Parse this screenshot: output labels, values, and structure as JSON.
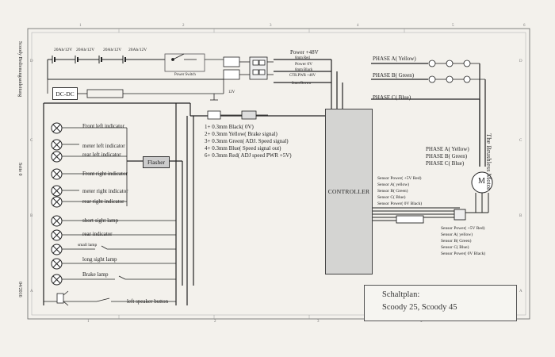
{
  "diagram": {
    "title_lines": [
      "Schaltplan:",
      "Scoody 25, Scoody 45"
    ],
    "side_texts": {
      "top": "Scoody Bedienungsanleitung",
      "middle": "Seite 0",
      "bottom": "04/2016"
    },
    "battery_labels": [
      "20Ah/12V",
      "20Ah/12V",
      "20Ah/12V",
      "20Ah/12V"
    ],
    "power_switch": "Power Switch",
    "dcdc": "DC-DC",
    "dcdc_out": "12V",
    "flasher": "Flasher",
    "controller": "CONTROLLER",
    "power_block": {
      "header": "Power +48V",
      "lines": [
        "6mm Red",
        "Power 0V",
        "6mm Black",
        "CTR.PWR +48V",
        "2mm Brown"
      ]
    },
    "connector_lines": [
      "1+  0.3mm  Black( 0V)",
      "2+  0.3mm  Yellow( Brake signal)",
      "3+  0.3mm  Green( ADJ. Speed signal)",
      "4+  0.3mm  Blue( Speed signal out)",
      "6+  0.3mm  Red( ADJ speed PWR +5V)"
    ],
    "phase_top": [
      "PHASE A( Yellow)",
      "PHASE B( Green)",
      "PHASE C( Blue)"
    ],
    "phase_motor": [
      "PHASE A( Yellow)",
      "PHASE B( Green)",
      "PHASE C( Blue)"
    ],
    "motor_title": "The Brushless Motor",
    "motor_symbol": "M",
    "sensor_controller": [
      "Sensor Power( +5V Red)",
      "Sensor A( yellow)",
      "Sensor B( Green)",
      "Sensor C( Blue)",
      "Sensor Power( 0V Black)"
    ],
    "sensor_motor": [
      "Sensor Power( +5V Red)",
      "Sensor A( yellow)",
      "Sensor B( Green)",
      "Sensor C( Blue)",
      "Sensor Power( 0V Black)"
    ],
    "lamps": [
      "Front left indicator",
      "meter left indicator",
      "rear left indicator",
      "Front right indicator",
      "meter right indicator",
      "rear right indicator",
      "short sight lamp",
      "rear indicator",
      "small lamp",
      "long sight lamp",
      "Brake lamp"
    ],
    "speaker_button": "left speaker button",
    "edge_numbers": [
      "1",
      "2",
      "3",
      "4",
      "5",
      "6"
    ],
    "edge_letters": [
      "D",
      "C",
      "B",
      "A"
    ]
  }
}
